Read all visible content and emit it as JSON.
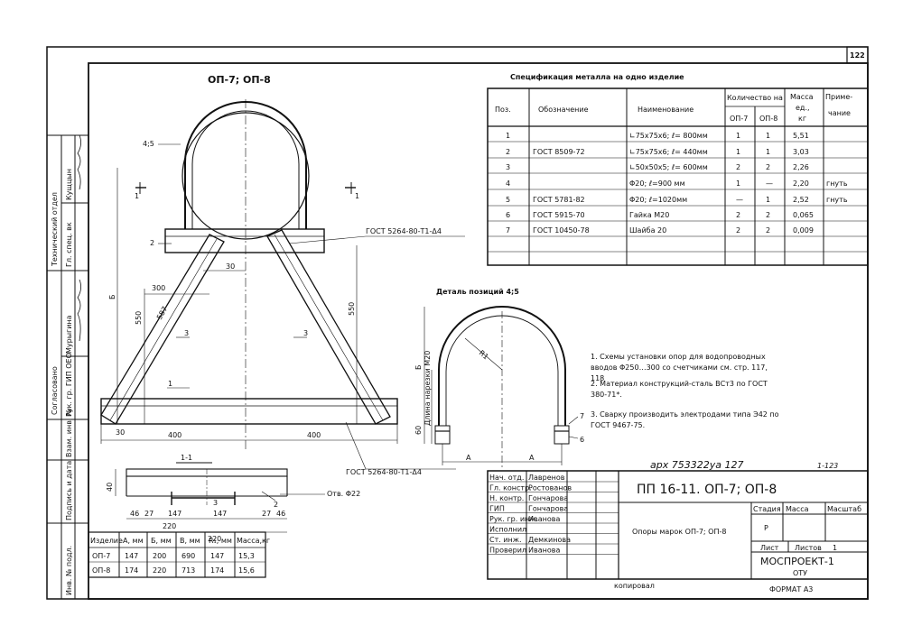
{
  "sheet": {
    "page_number": "122",
    "title": "ОП-7; ОП-8",
    "format": "ФОРМАТ А3",
    "copied": "копировал",
    "archive_note": "арх 753322уа 127",
    "sheet_code": "1-123"
  },
  "side_panel": {
    "group1": "Технический отдел",
    "group1_sub1": "Гл. спец. вк",
    "group1_sub2": "Кущцын",
    "group2": "Согласовано",
    "group2_sub1": "Рук. гр. ГИП ОЕО",
    "group2_sub2": "Мурыгина",
    "inv": "Инв. № подл.",
    "sign": "Подпись и дата",
    "vzam": "Взам. инв. №"
  },
  "spec": {
    "title": "Спецификация металла на одно изделие",
    "headers": {
      "pos": "Поз.",
      "designation": "Обозначение",
      "name": "Наименование",
      "qty_group": "Количество на",
      "qty_a": "ОП-7",
      "qty_b": "ОП-8",
      "mass": "Масса ед., кг",
      "mass_l1": "Масса",
      "mass_l2": "ед.,",
      "mass_l3": "кг",
      "note": "Примечание",
      "note_l1": "Приме-",
      "note_l2": "чание"
    },
    "rows": [
      {
        "pos": "1",
        "designation": "",
        "name": "∟75x75x6;  ℓ= 800мм",
        "a": "1",
        "b": "1",
        "mass": "5,51",
        "note": ""
      },
      {
        "pos": "2",
        "designation": "ГОСТ 8509-72",
        "name": "∟75x75x6;  ℓ= 440мм",
        "a": "1",
        "b": "1",
        "mass": "3,03",
        "note": ""
      },
      {
        "pos": "3",
        "designation": "",
        "name": "∟50x50x5;  ℓ= 600мм",
        "a": "2",
        "b": "2",
        "mass": "2,26",
        "note": ""
      },
      {
        "pos": "4",
        "designation": "",
        "name": "Φ20;  ℓ=900 мм",
        "a": "1",
        "b": "—",
        "mass": "2,20",
        "note": "гнуть"
      },
      {
        "pos": "5",
        "designation": "ГОСТ 5781-82",
        "name": "Φ20;  ℓ=1020мм",
        "a": "—",
        "b": "1",
        "mass": "2,52",
        "note": "гнуть"
      },
      {
        "pos": "6",
        "designation": "ГОСТ 5915-70",
        "name": "Гайка М20",
        "a": "2",
        "b": "2",
        "mass": "0,065",
        "note": ""
      },
      {
        "pos": "7",
        "designation": "ГОСТ 10450-78",
        "name": "Шайба 20",
        "a": "2",
        "b": "2",
        "mass": "0,009",
        "note": ""
      }
    ]
  },
  "drawing": {
    "label_45": "4;5",
    "weld_top": "ГОСТ 5264-80-Т1-Δ4",
    "weld_bottom": "ГОСТ 5264-80-Т1-Δ4",
    "section_mark": "1",
    "dim_b": "Б",
    "dim_550a": "550",
    "dim_550b": "550",
    "dim_587": "587",
    "dim_300": "300",
    "dim_30": "30",
    "dim_400a": "400",
    "dim_400b": "400",
    "pos1": "1",
    "pos2": "2",
    "pos3a": "3",
    "pos3b": "3",
    "dim_30b": "30"
  },
  "detail": {
    "title": "Деталь позиций 4;5",
    "radius": "R1",
    "thread_label": "Длина нарезки М20",
    "dim_60": "60",
    "dim_B": "Б",
    "dim_A1": "А",
    "dim_A2": "А",
    "pos6": "6",
    "pos7": "7"
  },
  "section": {
    "title": "1-1",
    "hole": "Отв. Φ22",
    "dims": [
      "46",
      "27",
      "147",
      "147",
      "27",
      "46"
    ],
    "total_a": "220",
    "total_b": "220",
    "dim_40": "40",
    "pos3": "3",
    "pos2": "2"
  },
  "notes": [
    "1. Схемы установки опор для водопроводных вводов Φ250…300 со счетчиками см. стр. 117, 118",
    "2. Материал конструкций-сталь ВСт3 по ГОСТ 380-71*.",
    "3. Сварку производить электродами типа Э42 по ГОСТ 9467-75."
  ],
  "dims_table": {
    "headers": [
      "Изделие",
      "А, мм",
      "Б, мм",
      "В, мм",
      "R₁, мм",
      "Масса,кг"
    ],
    "rows": [
      [
        "ОП-7",
        "147",
        "200",
        "690",
        "147",
        "15,3"
      ],
      [
        "ОП-8",
        "174",
        "220",
        "713",
        "174",
        "15,6"
      ]
    ]
  },
  "title_block": {
    "staff": [
      {
        "role": "Нач. отд.",
        "name": "Лавренов"
      },
      {
        "role": "Гл. констр.",
        "name": "Ростованов"
      },
      {
        "role": "Н. контр.",
        "name": "Гончарова"
      },
      {
        "role": "ГИП",
        "name": "Гончарова"
      },
      {
        "role": "Рук. гр. инж.",
        "name": "Иванова"
      },
      {
        "role": "Исполнил",
        "name": ""
      },
      {
        "role": "Ст. инж.",
        "name": "Демкинова"
      },
      {
        "role": "Проверил",
        "name": "Иванова"
      }
    ],
    "doc_code": "ПП 16-11.  ОП-7; ОП-8",
    "doc_title": "Опоры марок ОП-7; ОП-8",
    "stage_h": "Стадия",
    "mass_h": "Масса",
    "scale_h": "Масштаб",
    "stage": "Р",
    "sheet_h": "Лист",
    "sheets_h": "Листов",
    "sheets": "1",
    "org": "МОСПРОЕКТ-1",
    "dept": "ОТУ"
  }
}
